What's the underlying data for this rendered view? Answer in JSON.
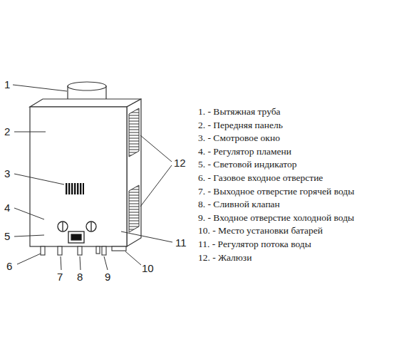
{
  "diagram": {
    "labels": [
      "1",
      "2",
      "3",
      "4",
      "5",
      "6",
      "7",
      "8",
      "9",
      "10",
      "11",
      "12",
      "1. - Вытяжная труба",
      "2. - Передняя панель",
      "3. - Смотровое окно",
      "4. - Регулятор пламени",
      "5. - Световой индикатор",
      "6. - Газовое входное отверстие",
      "7. - Выходное отверстие горячей воды",
      "8. - Сливной клапан",
      "9. - Входное отверстие холодной воды",
      "10. - Место установки батарей",
      "11. - Регулятор потока воды",
      "12. - Жалюзи"
    ]
  }
}
